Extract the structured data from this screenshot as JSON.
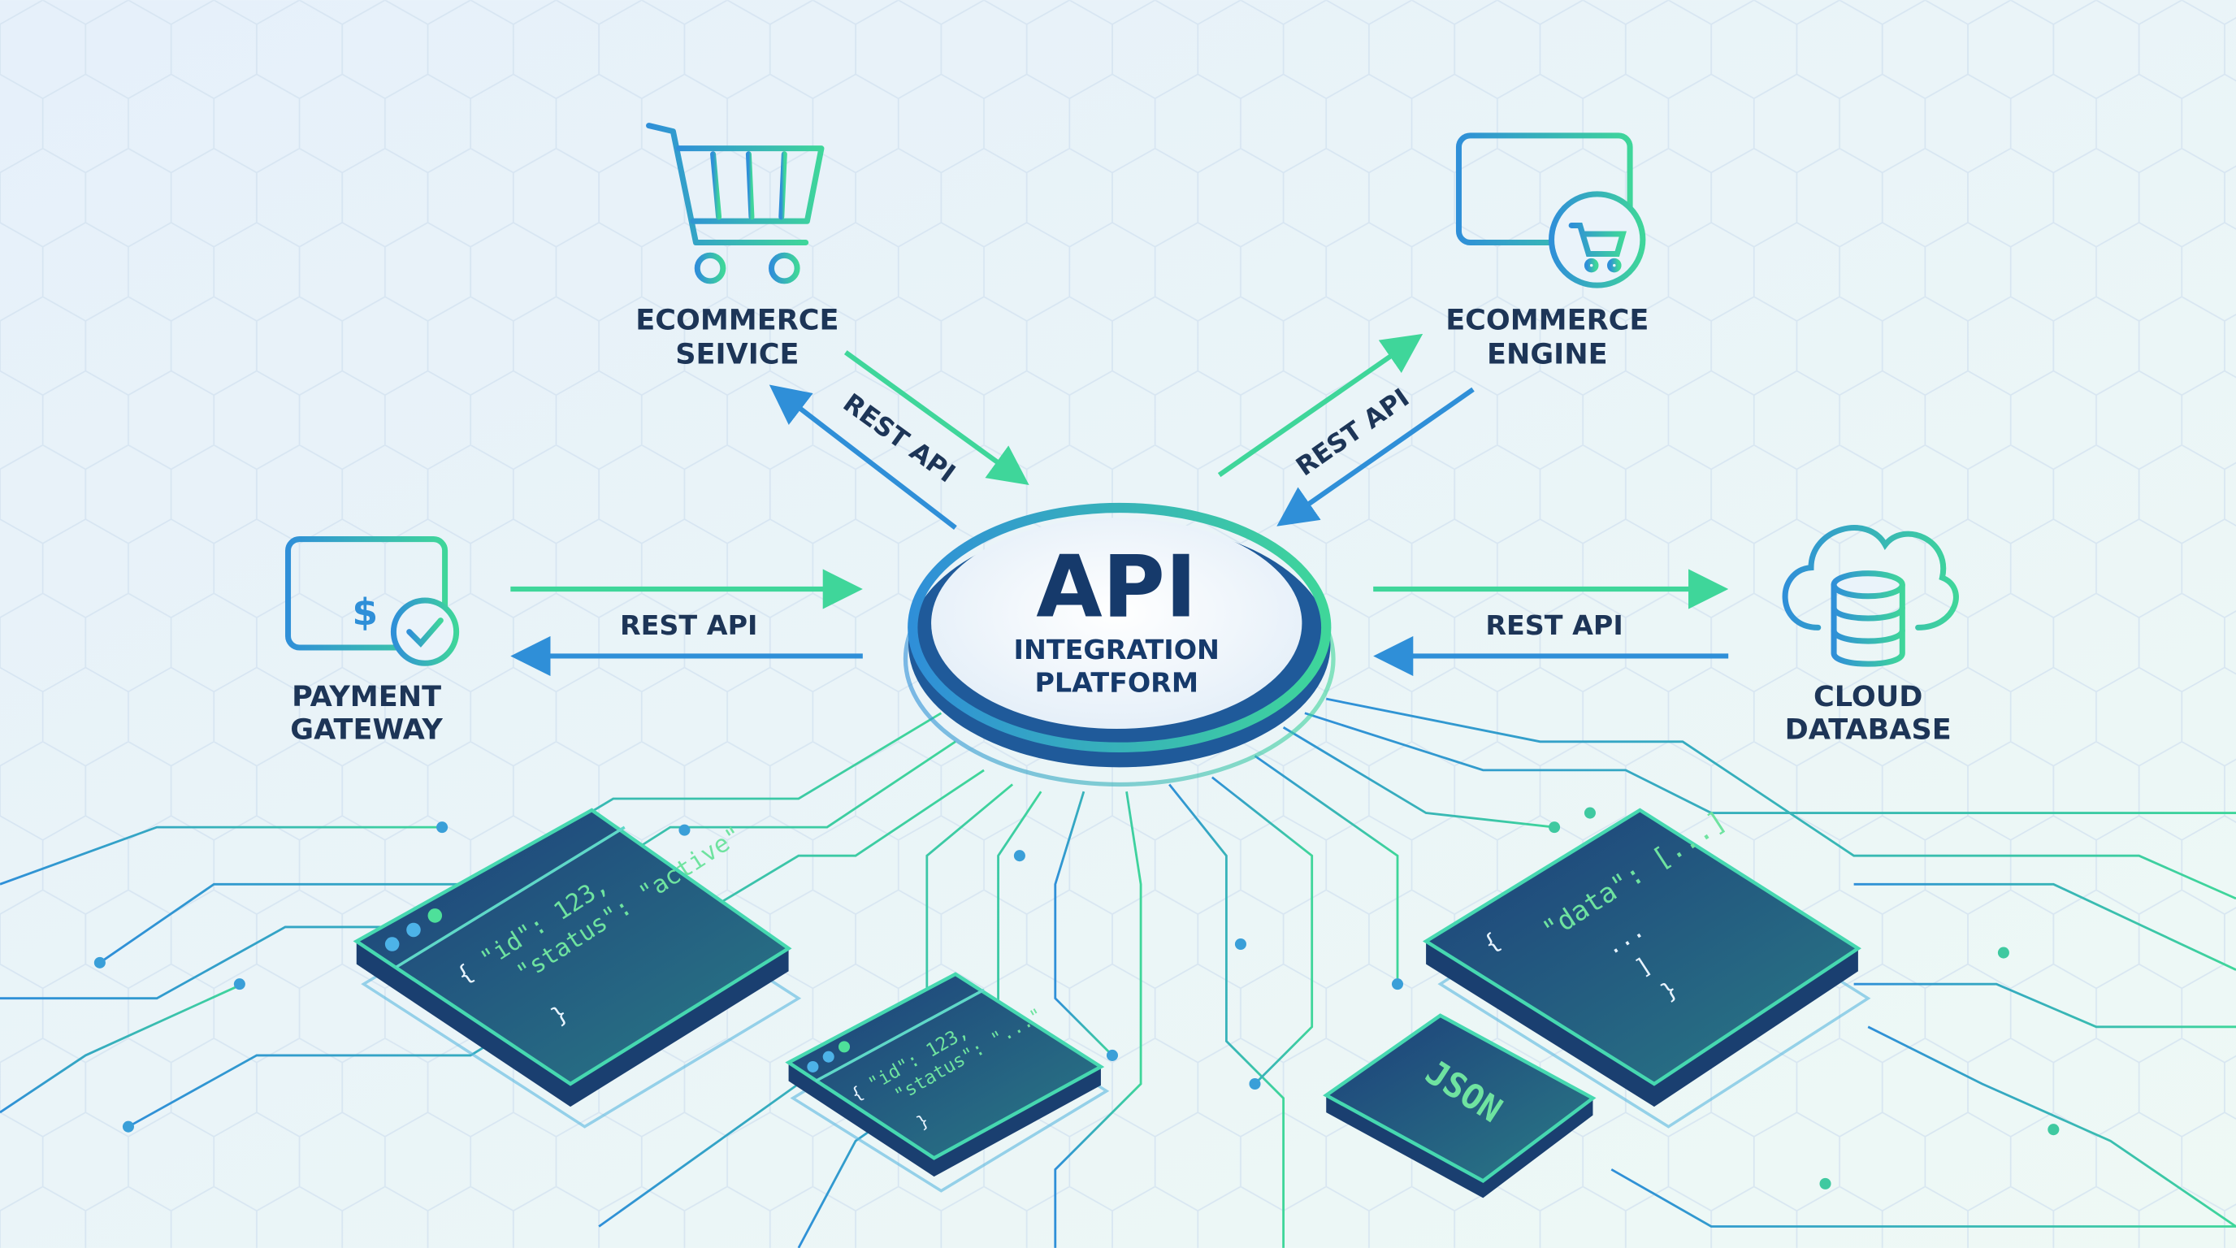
{
  "center": {
    "title": "API",
    "subtitle_line1": "INTEGRATION",
    "subtitle_line2": "PLATFORM"
  },
  "nodes": {
    "ecommerce_service": {
      "line1": "ECOMMERCE",
      "line2": "SEIVICE",
      "icon": "shopping-cart-icon"
    },
    "ecommerce_engine": {
      "line1": "ECOMMERCE",
      "line2": "ENGINE",
      "icon": "browser-cart-icon"
    },
    "payment_gateway": {
      "line1": "PAYMENT",
      "line2": "GATEWAY",
      "icon": "card-dollar-check-icon"
    },
    "cloud_database": {
      "line1": "CLOUD",
      "line2": "DATABASE",
      "icon": "cloud-database-icon"
    }
  },
  "connections": {
    "top_left": "REST API",
    "top_right": "REST API",
    "left": "REST API",
    "right": "REST API"
  },
  "cards": {
    "card1": {
      "open": "{",
      "line1": "\"id\": 123,",
      "line2": "\"status\": \"active\"",
      "close": "}"
    },
    "card2": {
      "open": "{",
      "line1": "\"id\": 123,",
      "line2": "\"status\": \"...\"",
      "close": "}"
    },
    "card3": {
      "open": "{",
      "line1": "\"data\": [...]",
      "line2": "...",
      "line3": "]",
      "close": "}"
    },
    "json_tile": {
      "label": "JSON"
    }
  },
  "colors": {
    "blue": "#2f8fd8",
    "green": "#3fd69a",
    "navy": "#1d3557",
    "card": "#1f4d86"
  }
}
